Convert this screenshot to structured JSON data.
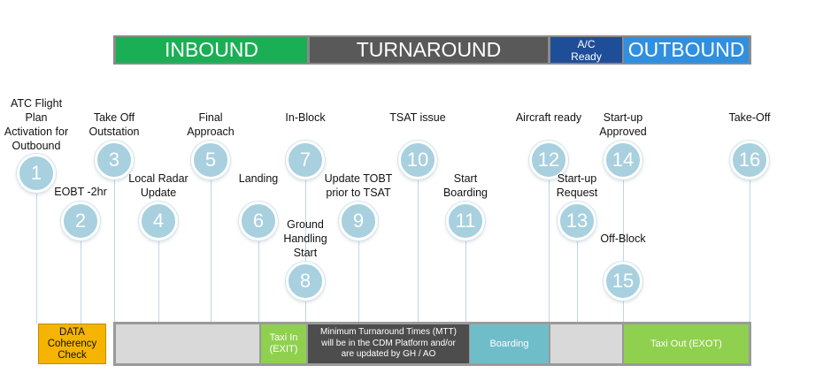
{
  "phases": {
    "inbound": "INBOUND",
    "turnaround": "TURNAROUND",
    "ac_ready_line1": "A/C",
    "ac_ready_line2": "Ready",
    "outbound": "OUTBOUND"
  },
  "milestones": [
    {
      "num": "1",
      "label": [
        "ATC Flight",
        "Plan",
        "Activation for",
        "Outbound"
      ]
    },
    {
      "num": "2",
      "label": [
        "EOBT -2hr"
      ]
    },
    {
      "num": "3",
      "label": [
        "Take Off",
        "Outstation"
      ]
    },
    {
      "num": "4",
      "label": [
        "Local Radar",
        "Update"
      ]
    },
    {
      "num": "5",
      "label": [
        "Final",
        "Approach"
      ]
    },
    {
      "num": "6",
      "label": [
        "Landing"
      ]
    },
    {
      "num": "7",
      "label": [
        "In-Block"
      ]
    },
    {
      "num": "8",
      "label": [
        "Ground",
        "Handling",
        "Start"
      ]
    },
    {
      "num": "9",
      "label": [
        "Update TOBT",
        "prior to TSAT"
      ]
    },
    {
      "num": "10",
      "label": [
        "TSAT issue"
      ]
    },
    {
      "num": "11",
      "label": [
        "Start",
        "Boarding"
      ]
    },
    {
      "num": "12",
      "label": [
        "Aircraft ready"
      ]
    },
    {
      "num": "13",
      "label": [
        "Start-up",
        "Request"
      ]
    },
    {
      "num": "14",
      "label": [
        "Start-up",
        "Approved"
      ]
    },
    {
      "num": "15",
      "label": [
        "Off-Block"
      ]
    },
    {
      "num": "16",
      "label": [
        "Take-Off"
      ]
    }
  ],
  "bottom_boxes": {
    "data_coherency": [
      "DATA",
      "Coherency",
      "Check"
    ],
    "taxi_in": [
      "Taxi In",
      "(EXIT)"
    ],
    "mtt": [
      "Minimum Turnaround Times (MTT)",
      "will be in the CDM Platform  and/or",
      "are updated by GH / AO"
    ],
    "boarding": [
      "Boarding"
    ],
    "taxi_out": [
      "Taxi Out (EXOT)"
    ]
  },
  "colors": {
    "inbound": "#1aaf54",
    "turnaround": "#595959",
    "ac_ready": "#1f4e99",
    "outbound": "#2f8fe0",
    "circle": "#a8d0df",
    "data_coherency": "#f5b400",
    "taxi": "#8fd14f",
    "mtt": "#4d4d4d",
    "boarding": "#6fbdc9",
    "neutral": "#d9d9d9"
  }
}
